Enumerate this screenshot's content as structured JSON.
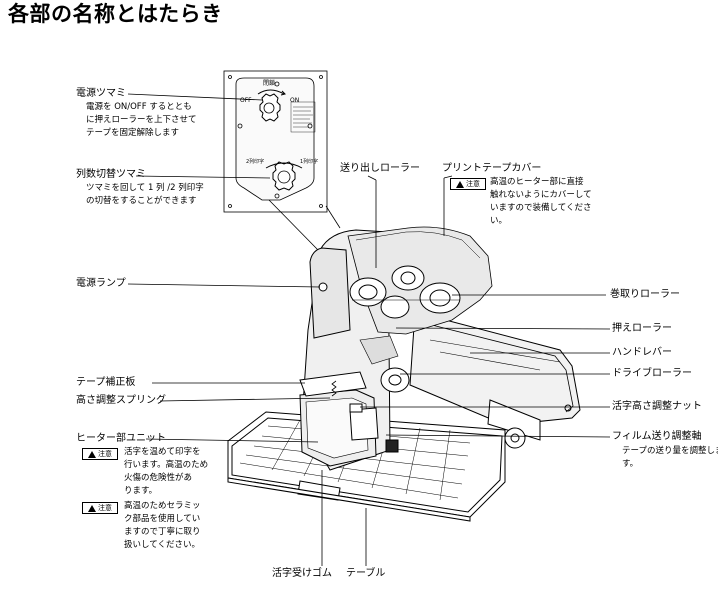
{
  "title": "各部の名称とはたらき",
  "caution_label": "注意",
  "inset": {
    "top_label": "閉鎖",
    "off": "OFF",
    "on": "ON",
    "left_bottom": "2列印字",
    "right_bottom": "1列印字"
  },
  "labels": {
    "power_knob": "電源ツマミ",
    "power_knob_desc": "電源を ON/OFF するととも\nに押えローラーを上下させて\nテープを固定解除します",
    "column_knob": "列数切替ツマミ",
    "column_knob_desc": "ツマミを回して 1 列 /2 列印字\nの切替をすることができます",
    "power_lamp": "電源ランプ",
    "tape_guide": "テープ補正板",
    "height_spring": "高さ調整スプリング",
    "heater_unit": "ヒーター部ユニット",
    "heater_caution1": "活字を温めて印字を\n行います。高温のため\n火傷の危険性があ\nります。",
    "heater_caution2": "高温のためセラミッ\nク部品を使用してい\nますので丁寧に取り\n扱いしてください。",
    "feed_roller": "送り出しローラー",
    "print_cover": "プリントテープカバー",
    "print_cover_caution": "高温のヒーター部に直接\n触れないようにカバーして\nいますので装備してくださ\nい。",
    "winding_roller": "巻取りローラー",
    "press_roller": "押えローラー",
    "hand_lever": "ハンドレバー",
    "drive_roller": "ドライブローラー",
    "type_height_nut": "活字高さ調整ナット",
    "film_feed_shaft": "フィルム送り調整軸",
    "film_feed_desc": "テープの送り量を調整しま\nす。",
    "type_rubber": "活字受けゴム",
    "table": "テーブル"
  }
}
